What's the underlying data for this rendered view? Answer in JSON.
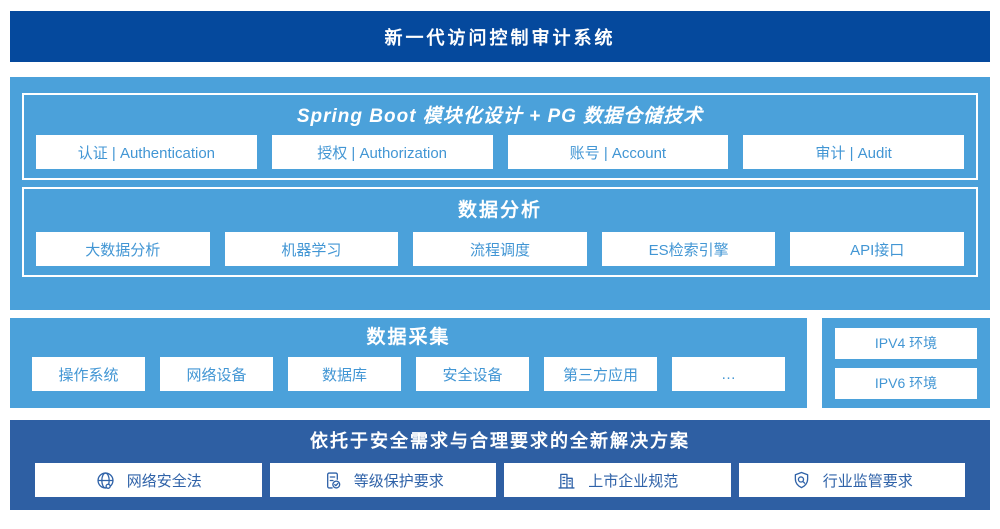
{
  "colors": {
    "banner_bg": "#05499d",
    "panel_blue": "#4ba1da",
    "solution_bg": "#2e5fa3",
    "box_text_blue": "#4296d4",
    "solution_text_blue": "#2f62a8",
    "white": "#ffffff"
  },
  "banner": {
    "title": "新一代访问控制审计系统"
  },
  "platform": {
    "modules": {
      "title": "Spring Boot 模块化设计 + PG 数据仓储技术",
      "items": [
        "认证 | Authentication",
        "授权 | Authorization",
        "账号 | Account",
        "审计 | Audit"
      ]
    },
    "analysis": {
      "title": "数据分析",
      "items": [
        "大数据分析",
        "机器学习",
        "流程调度",
        "ES检索引擎",
        "API接口"
      ]
    }
  },
  "collection": {
    "title": "数据采集",
    "items": [
      "操作系统",
      "网络设备",
      "数据库",
      "安全设备",
      "第三方应用",
      "…"
    ]
  },
  "network_env": {
    "items": [
      "IPV4 环境",
      "IPV6 环境"
    ]
  },
  "solution": {
    "title": "依托于安全需求与合理要求的全新解决方案",
    "items": [
      {
        "icon": "globe-icon",
        "label": "网络安全法"
      },
      {
        "icon": "document-check-icon",
        "label": "等级保护要求"
      },
      {
        "icon": "building-icon",
        "label": "上市企业规范"
      },
      {
        "icon": "shield-search-icon",
        "label": "行业监管要求"
      }
    ]
  }
}
